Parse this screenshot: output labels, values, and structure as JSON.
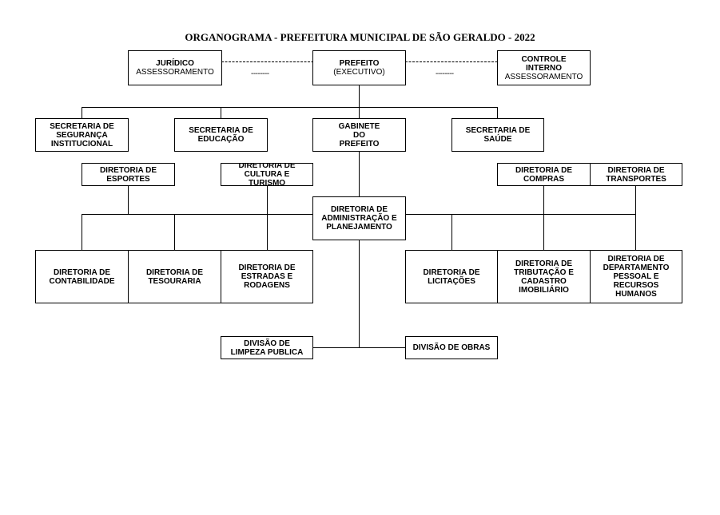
{
  "title": "ORGANOGRAMA - PREFEITURA MUNICIPAL DE SÃO GERALDO - 2022",
  "top": {
    "juridico": {
      "name": "JURÍDICO",
      "sub": "ASSESSORAMENTO"
    },
    "prefeito": {
      "name": "PREFEITO",
      "sub": "(EXECUTIVO)"
    },
    "controle": {
      "name": "CONTROLE INTERNO",
      "sub": "ASSESSORAMENTO"
    },
    "dash_short": "--------"
  },
  "secretarias": {
    "seguranca": "SECRETARIA DE SEGURANÇA INSTITUCIONAL",
    "educacao": "SECRETARIA DE EDUCAÇÃO",
    "gabinete": "GABINETE DO PREFEITO",
    "saude": "SECRETARIA DE SAÚDE"
  },
  "diretorias_nivel1": {
    "esportes": "DIRETORIA DE ESPORTES",
    "cultura": "DIRETORIA DE CULTURA E TURISMO",
    "compras": "DIRETORIA DE COMPRAS",
    "transportes": "DIRETORIA DE TRANSPORTES"
  },
  "administracao": "DIRETORIA DE ADMINISTRAÇÃO E PLANEJAMENTO",
  "diretorias_nivel2": {
    "contabilidade": "DIRETORIA DE CONTABILIDADE",
    "tesouraria": "DIRETORIA DE TESOURARIA",
    "estradas": "DIRETORIA DE ESTRADAS E RODAGENS",
    "licitacoes": "DIRETORIA DE LICITAÇÕES",
    "tributacao": "DIRETORIA DE TRIBUTAÇÃO E CADASTRO IMOBILIÁRIO",
    "pessoal": "DIRETORIA DE DEPARTAMENTO PESSOAL E RECURSOS HUMANOS"
  },
  "divisoes": {
    "limpeza": "DIVISÃO DE LIMPEZA PUBLICA",
    "obras": "DIVISÃO DE OBRAS"
  }
}
